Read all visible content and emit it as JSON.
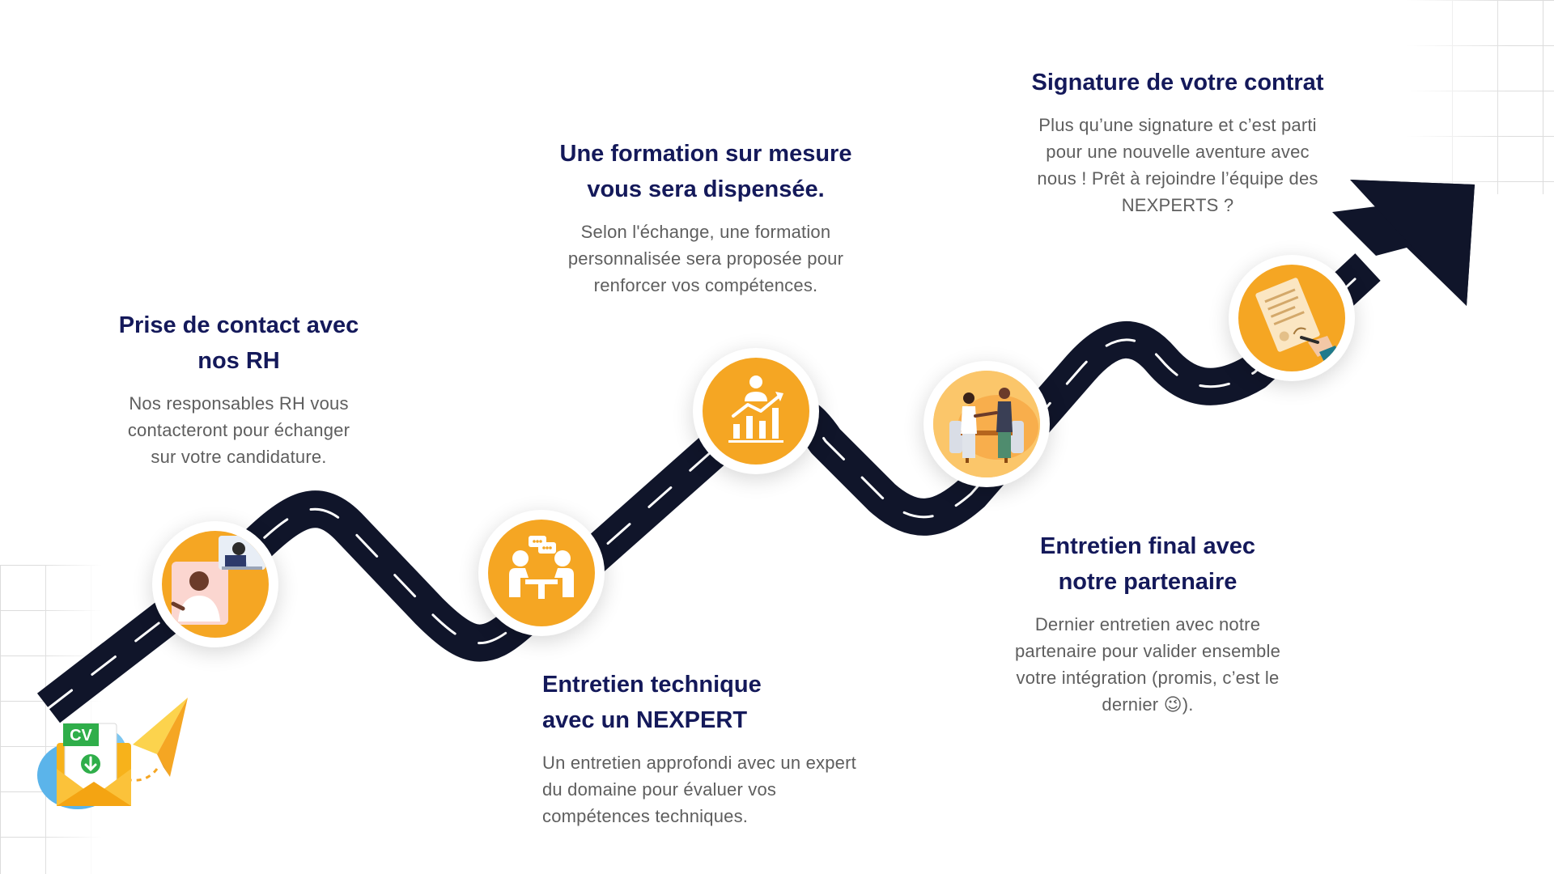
{
  "colors": {
    "title": "#14195a",
    "body": "#5e5e5e",
    "road": "#10152a",
    "accent": "#f5a623"
  },
  "steps": [
    {
      "title_line1": "Prise de contact avec",
      "title_line2": "nos RH",
      "desc_line1": "Nos responsables RH vous",
      "desc_line2": "contacteront pour échanger",
      "desc_line3": "sur votre candidature.",
      "icon": "hr-video-call-icon"
    },
    {
      "title_line1": "Entretien technique",
      "title_line2": "avec un NEXPERT",
      "desc_line1": "Un entretien approfondi avec un expert",
      "desc_line2": "du domaine pour évaluer vos",
      "desc_line3": "compétences techniques.",
      "icon": "interview-icon"
    },
    {
      "title_line1": "Une formation sur mesure",
      "title_line2": "vous sera dispensée.",
      "desc_line1": "Selon l'échange, une formation",
      "desc_line2": "personnalisée sera proposée pour",
      "desc_line3": "renforcer vos compétences.",
      "icon": "growth-chart-icon"
    },
    {
      "title_line1": "Entretien final avec",
      "title_line2": "notre partenaire",
      "desc_line1": "Dernier entretien avec notre",
      "desc_line2": "partenaire pour valider ensemble",
      "desc_line3": "votre intégration (promis, c’est le",
      "desc_line4": "dernier 😉).",
      "icon": "handshake-icon"
    },
    {
      "title_line1": "Signature de votre contrat",
      "desc_line1": "Plus qu’une signature et c’est parti",
      "desc_line2": "pour une nouvelle aventure avec",
      "desc_line3": "nous ! Prêt à rejoindre l’équipe des",
      "desc_line4": "NEXPERTS ?",
      "icon": "contract-signature-icon"
    }
  ],
  "start_icon": {
    "label": "CV",
    "icon": "cv-envelope-icon"
  }
}
